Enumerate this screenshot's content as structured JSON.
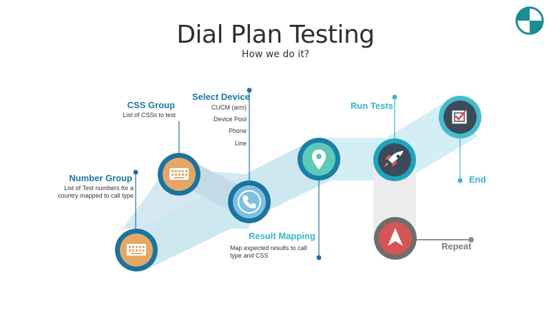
{
  "title": "Dial Plan Testing",
  "subtitle": "How we do it?",
  "steps": {
    "number_group": {
      "label": "Number Group",
      "desc_line1": "List of Test numbers for a",
      "desc_line2": "country mapped to call type",
      "icon": "keyboard-icon"
    },
    "css_group": {
      "label": "CSS Group",
      "desc": "List of CSSs to test",
      "icon": "keyboard-icon"
    },
    "select_device": {
      "label": "Select Device",
      "items": [
        "CUCM (arm)",
        "Device Pool",
        "Phone",
        "Line"
      ],
      "icon": "phone-icon"
    },
    "result_mapping": {
      "label": "Result Mapping",
      "desc_line1": "Map expected results to call",
      "desc_line2": "type and CSS",
      "icon": "location-pin-icon"
    },
    "run_tests": {
      "label": "Run Tests",
      "icon": "rocket-icon"
    },
    "end": {
      "label": "End",
      "icon": "checkbox-icon"
    },
    "repeat": {
      "label": "Repeat",
      "icon": "arrow-up-icon"
    }
  },
  "colors": {
    "dark_blue": "#1a73a0",
    "teal": "#3bb4c8",
    "grey": "#6e6e6e",
    "orange": "#e5a766",
    "red": "#d35555",
    "band": "#d3e8f0"
  }
}
